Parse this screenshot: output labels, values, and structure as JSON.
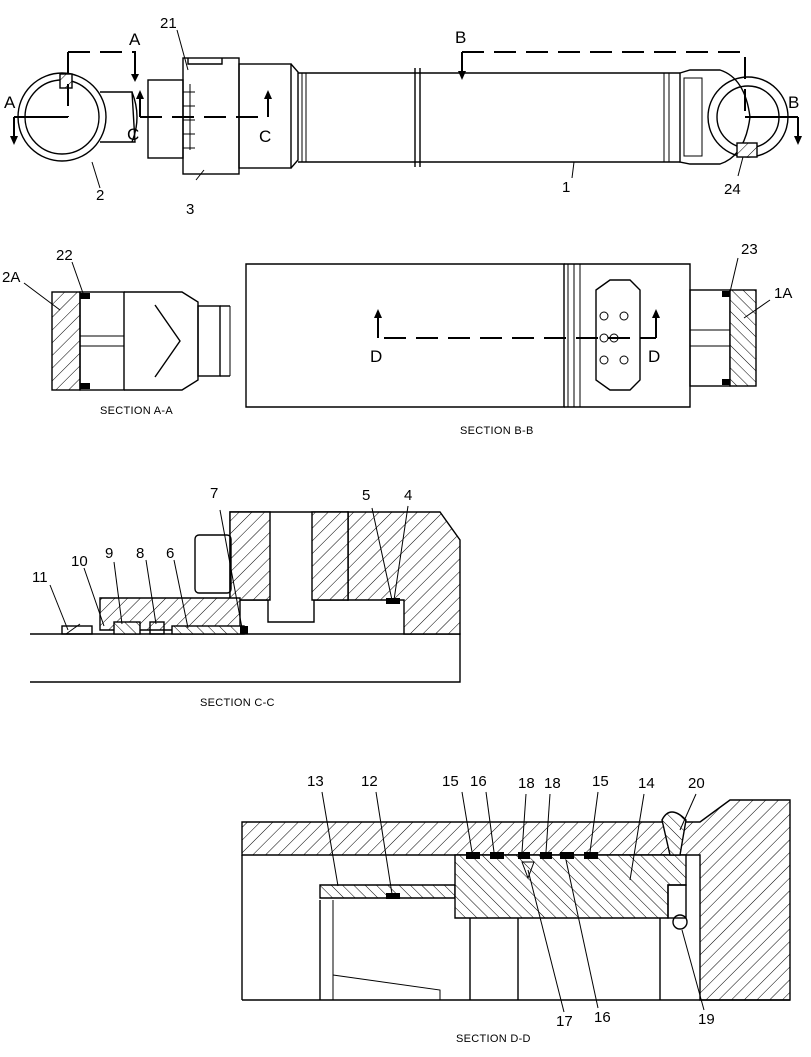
{
  "section_captions": {
    "a": "SECTION A-A",
    "b": "SECTION B-B",
    "c": "SECTION C-C",
    "d": "SECTION D-D"
  },
  "cut_letters": {
    "a_left": "A",
    "a_top": "A",
    "b_top": "B",
    "b_right": "B",
    "c_left": "C",
    "c_right": "C",
    "d_left": "D",
    "d_right": "D"
  },
  "callouts": {
    "overview": [
      "21",
      "2",
      "3",
      "1",
      "24"
    ],
    "section_a": [
      "22",
      "2A"
    ],
    "section_b": [
      "23",
      "1A"
    ],
    "section_c": [
      "7",
      "5",
      "4",
      "11",
      "10",
      "9",
      "8",
      "6"
    ],
    "section_d_top": [
      "13",
      "12",
      "15",
      "16",
      "18",
      "18",
      "15",
      "14",
      "20"
    ],
    "section_d_bottom": [
      "17",
      "16",
      "19"
    ]
  }
}
